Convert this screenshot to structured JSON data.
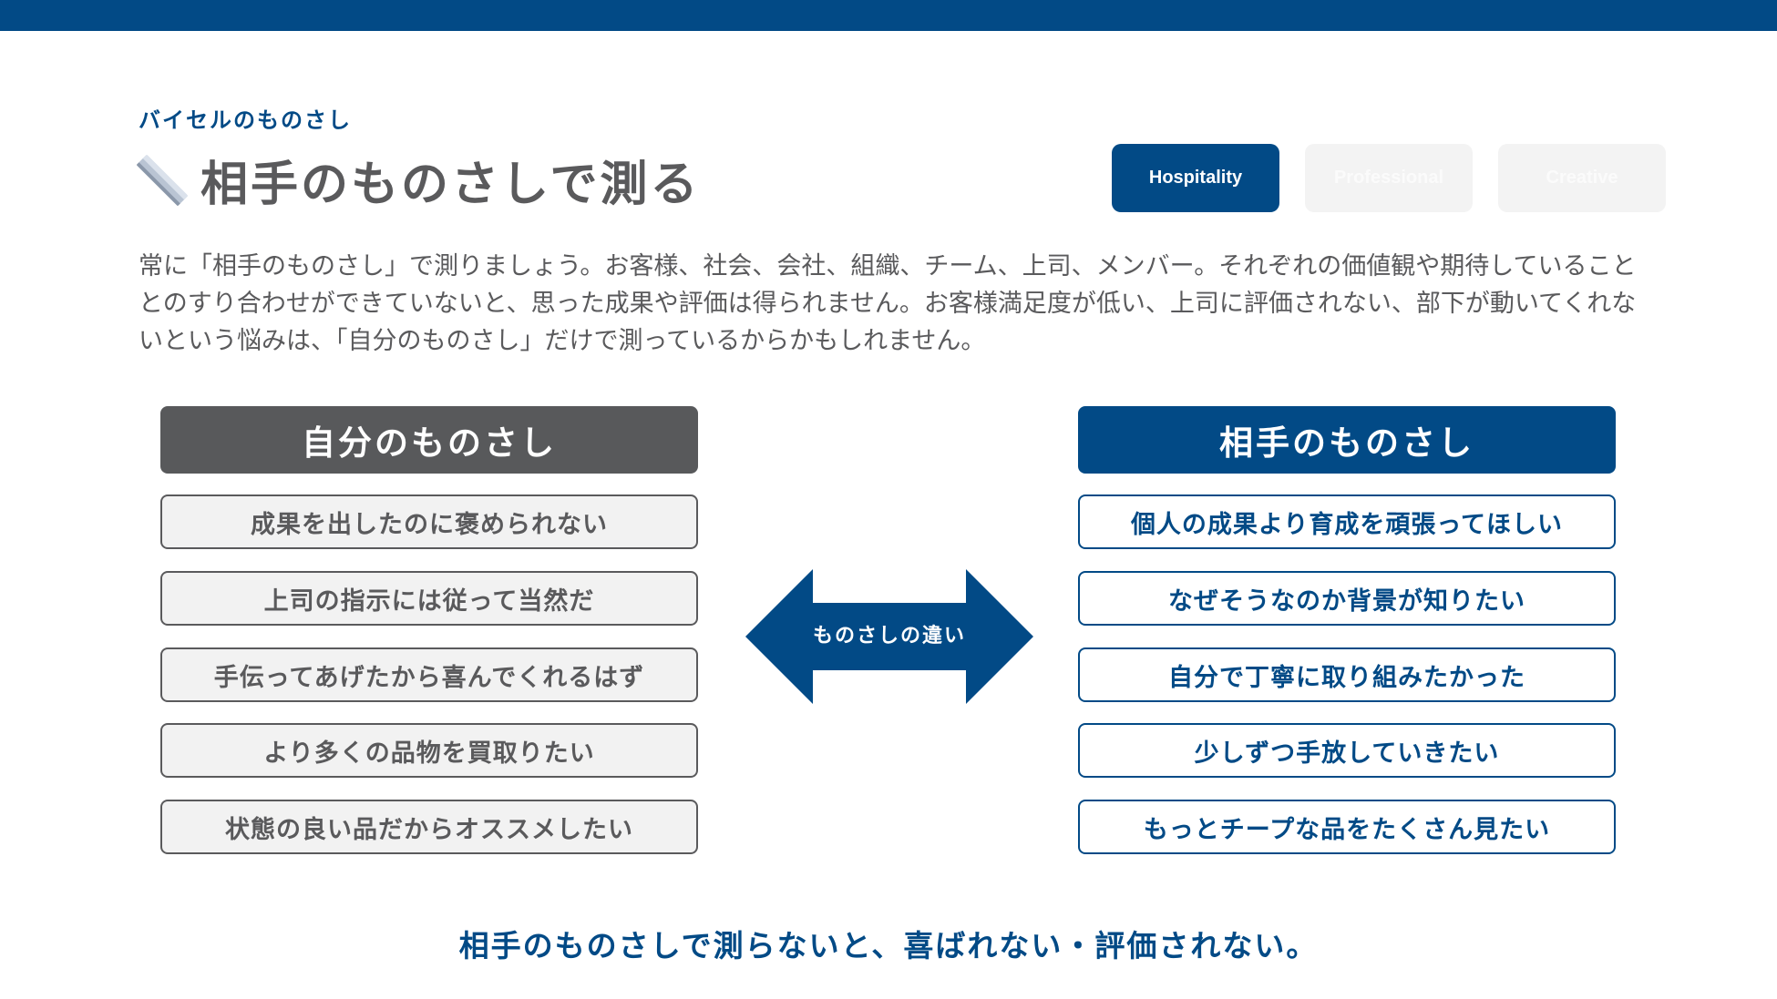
{
  "header": {
    "eyebrow": "バイセルのものさし",
    "title": "相手のものさしで測る",
    "title_icon": "ruler-icon"
  },
  "tabs": [
    {
      "label": "Hospitality",
      "active": true
    },
    {
      "label": "Professional",
      "active": false
    },
    {
      "label": "Creative",
      "active": false
    }
  ],
  "intro": "常に「相手のものさし」で測りましょう。お客様、社会、会社、組織、チーム、上司、メンバー。それぞれの価値観や期待していることとのすり合わせができていないと、思った成果や評価は得られません。お客様満足度が低い、上司に評価されない、部下が動いてくれないという悩みは、「自分のものさし」だけで測っているからかもしれません。",
  "left_column": {
    "header": "自分のものさし",
    "items": [
      "成果を出したのに褒められない",
      "上司の指示には従って当然だ",
      "手伝ってあげたから喜んでくれるはず",
      "より多くの品物を買取りたい",
      "状態の良い品だからオススメしたい"
    ]
  },
  "right_column": {
    "header": "相手のものさし",
    "items": [
      "個人の成果より育成を頑張ってほしい",
      "なぜそうなのか背景が知りたい",
      "自分で丁寧に取り組みたかった",
      "少しずつ手放していきたい",
      "もっとチープな品をたくさん見たい"
    ]
  },
  "arrow": {
    "label": "ものさしの違い"
  },
  "footer": "相手のものさしで測らないと、喜ばれない・評価されない。",
  "colors": {
    "brand": "#024a86",
    "gray": "#5a5a5c",
    "light": "#f2f2f2"
  }
}
